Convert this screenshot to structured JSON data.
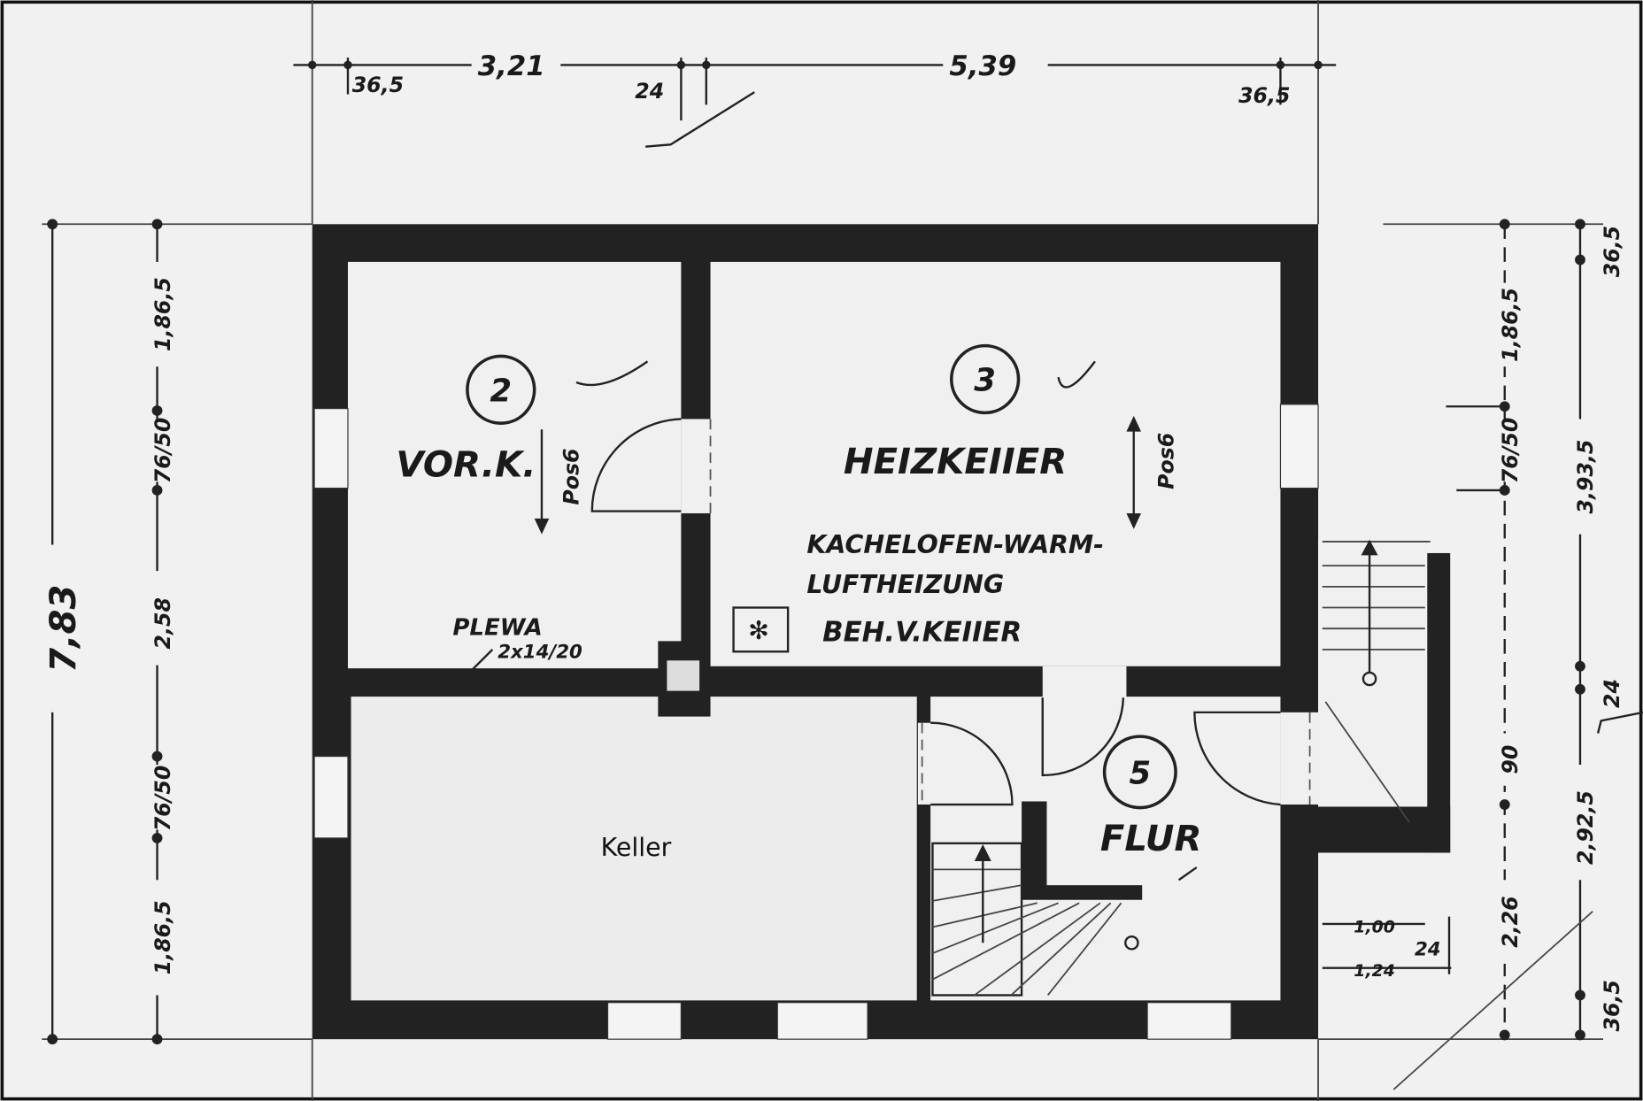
{
  "plan": {
    "rooms": [
      {
        "number": "2",
        "name": "VOR.K."
      },
      {
        "number": "3",
        "name": "HEIZKEIIER"
      },
      {
        "number": "5",
        "name": "FLUR"
      },
      {
        "name": "Keller"
      }
    ],
    "heating_note": [
      "KACHELOFEN-WARM-",
      "LUFTHEIZUNG",
      "BEH.V.KEIIER"
    ],
    "chimney_note": [
      "PLEWA",
      "2x14/20"
    ],
    "pos_label": "Pos6",
    "top_dims": [
      "36,5",
      "3,21",
      "24",
      "5,39",
      "36,5"
    ],
    "left_dims": {
      "total": "7,83",
      "parts": [
        "1,86,5",
        "76/50",
        "2,58",
        "76/50",
        "1,86,5"
      ]
    },
    "right_dims_inner": [
      "1,86,5",
      "76/50",
      "90",
      "2,26"
    ],
    "right_dims_outer": [
      "36,5",
      "3,93,5",
      "24",
      "2,92,5",
      "36,5"
    ],
    "stair_dims": [
      "1,00",
      "24",
      "1,24"
    ]
  }
}
